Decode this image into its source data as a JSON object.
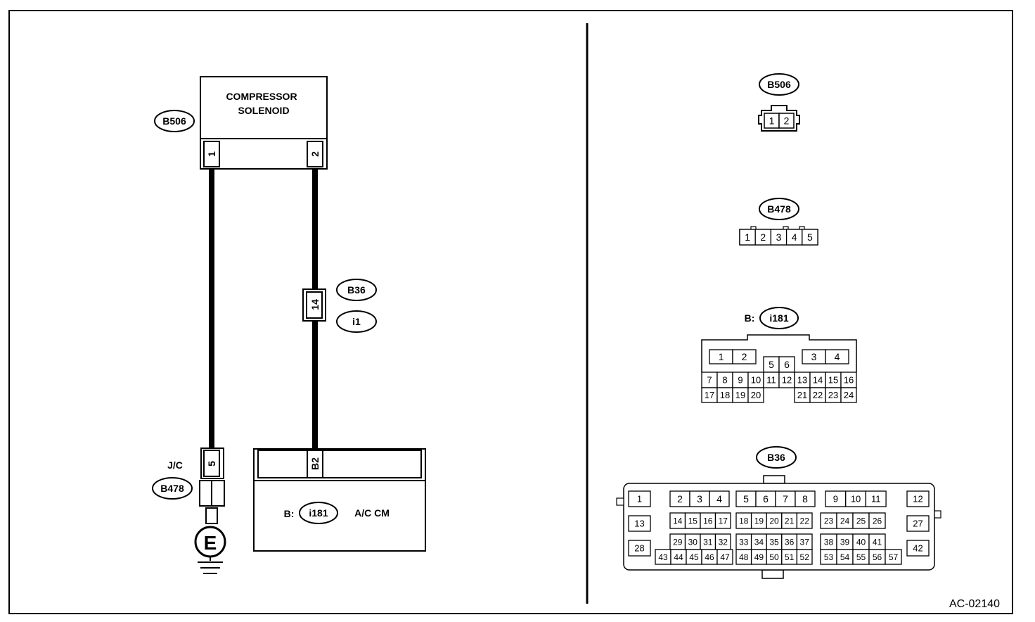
{
  "figure_id": "AC-02140",
  "left": {
    "solenoid": {
      "title_line1": "COMPRESSOR",
      "title_line2": "SOLENOID",
      "connector": "B506",
      "pin1": "1",
      "pin2": "2"
    },
    "joint": {
      "pin": "14",
      "connector_a": "B36",
      "connector_b": "i1"
    },
    "jc": {
      "label": "J/C",
      "connector": "B478",
      "pin": "5",
      "ground": "E"
    },
    "acm": {
      "pin": "B2",
      "prefix": "B:",
      "connector": "i181",
      "name": "A/C CM"
    }
  },
  "right": {
    "b506": {
      "label": "B506",
      "pins": [
        "1",
        "2"
      ]
    },
    "b478": {
      "label": "B478",
      "pins": [
        "1",
        "2",
        "3",
        "4",
        "5"
      ]
    },
    "i181": {
      "prefix": "B:",
      "label": "i181",
      "row_top_left": [
        "1",
        "2"
      ],
      "row_top_mid": [
        "5",
        "6"
      ],
      "row_top_right": [
        "3",
        "4"
      ],
      "row2": [
        "7",
        "8",
        "9",
        "10",
        "11",
        "12",
        "13",
        "14",
        "15",
        "16"
      ],
      "row3_left": [
        "17",
        "18",
        "19",
        "20"
      ],
      "row3_right": [
        "21",
        "22",
        "23",
        "24"
      ]
    },
    "b36": {
      "label": "B36",
      "side_left": [
        "1",
        "13",
        "28"
      ],
      "side_right": [
        "12",
        "27",
        "42"
      ],
      "row1_a": [
        "2",
        "3",
        "4"
      ],
      "row1_b": [
        "5",
        "6",
        "7",
        "8"
      ],
      "row1_c": [
        "9",
        "10",
        "11"
      ],
      "row2_a": [
        "14",
        "15",
        "16",
        "17"
      ],
      "row2_b": [
        "18",
        "19",
        "20",
        "21",
        "22"
      ],
      "row2_c": [
        "23",
        "24",
        "25",
        "26"
      ],
      "row3_a": [
        "29",
        "30",
        "31",
        "32"
      ],
      "row3_b": [
        "33",
        "34",
        "35",
        "36",
        "37"
      ],
      "row3_c": [
        "38",
        "39",
        "40",
        "41"
      ],
      "row4_a": [
        "43",
        "44",
        "45",
        "46",
        "47"
      ],
      "row4_b": [
        "48",
        "49",
        "50",
        "51",
        "52"
      ],
      "row4_c": [
        "53",
        "54",
        "55",
        "56",
        "57"
      ]
    }
  }
}
